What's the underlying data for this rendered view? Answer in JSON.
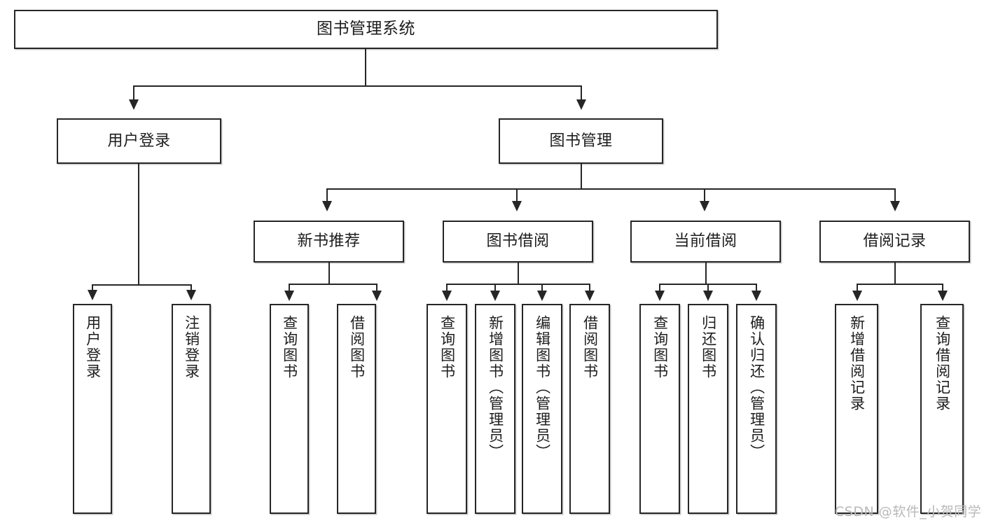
{
  "diagram": {
    "type": "tree-hierarchy-flowchart",
    "root": {
      "label": "图书管理系统"
    },
    "level2": [
      {
        "label": "用户登录"
      },
      {
        "label": "图书管理"
      }
    ],
    "level3": [
      {
        "label": "新书推荐"
      },
      {
        "label": "图书借阅"
      },
      {
        "label": "当前借阅"
      },
      {
        "label": "借阅记录"
      }
    ],
    "leaves": {
      "user_login": [
        {
          "label": "用户登录"
        },
        {
          "label": "注销登录"
        }
      ],
      "new_book_recommend": [
        {
          "label": "查询图书"
        },
        {
          "label": "借阅图书"
        }
      ],
      "book_borrow": [
        {
          "label": "查询图书"
        },
        {
          "label": "新增图书（管理员）"
        },
        {
          "label": "编辑图书（管理员）"
        },
        {
          "label": "借阅图书"
        }
      ],
      "current_borrow": [
        {
          "label": "查询图书"
        },
        {
          "label": "归还图书"
        },
        {
          "label": "确认归还（管理员）"
        }
      ],
      "borrow_records": [
        {
          "label": "新增借阅记录"
        },
        {
          "label": "查询借阅记录"
        }
      ]
    }
  },
  "watermark": {
    "text": "CSDN @软件_小贺同学"
  },
  "colors": {
    "box_border": "#262626",
    "box_fill": "#ffffff",
    "text": "#1d1d1d",
    "connector": "#262626",
    "watermark": "#b9b9b9",
    "background": "#ffffff"
  }
}
